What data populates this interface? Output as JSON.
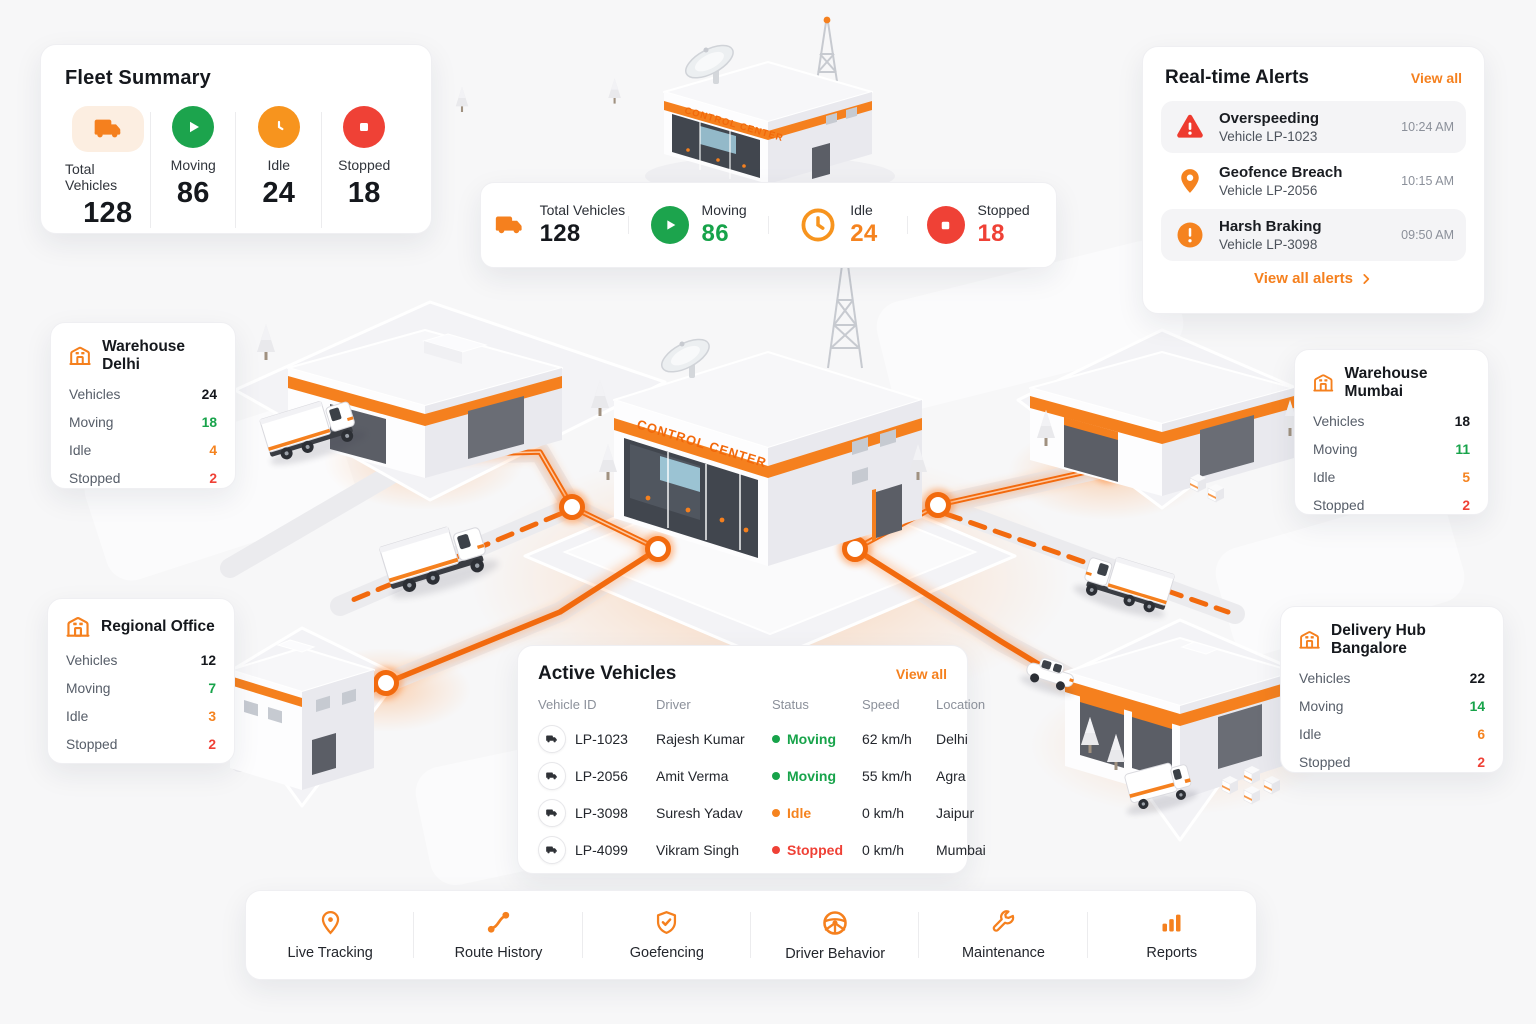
{
  "theme": {
    "accent_orange": "#F5801E",
    "route_orange": "#F26A0E",
    "green": "#17A34A",
    "idle_orange": "#F5831F",
    "red": "#EF4136"
  },
  "fleet_summary": {
    "title": "Fleet Summary",
    "stats": [
      {
        "label": "Total Vehicles",
        "value": "128",
        "icon": "truck-icon"
      },
      {
        "label": "Moving",
        "value": "86",
        "icon": "play-circle-icon"
      },
      {
        "label": "Idle",
        "value": "24",
        "icon": "clock-icon"
      },
      {
        "label": "Stopped",
        "value": "18",
        "icon": "stop-circle-icon"
      }
    ]
  },
  "status_bar": {
    "stats": [
      {
        "label": "Total Vehicles",
        "value": "128",
        "icon": "truck-icon"
      },
      {
        "label": "Moving",
        "value": "86",
        "icon": "play-circle-icon"
      },
      {
        "label": "Idle",
        "value": "24",
        "icon": "clock-outline-icon"
      },
      {
        "label": "Stopped",
        "value": "18",
        "icon": "stop-circle-icon"
      }
    ]
  },
  "alerts": {
    "title": "Real-time Alerts",
    "view_all": "View all",
    "footer_link": "View all alerts",
    "items": [
      {
        "title": "Overspeeding",
        "subtitle": "Vehicle LP-1023",
        "time": "10:24 AM",
        "icon": "warning-triangle-icon"
      },
      {
        "title": "Geofence Breach",
        "subtitle": "Vehicle LP-2056",
        "time": "10:15 AM",
        "icon": "map-pin-icon"
      },
      {
        "title": "Harsh Braking",
        "subtitle": "Vehicle LP-3098",
        "time": "09:50 AM",
        "icon": "alert-circle-icon"
      }
    ]
  },
  "locations": [
    {
      "name": "Warehouse Delhi",
      "rows": [
        {
          "label": "Vehicles",
          "value": "24"
        },
        {
          "label": "Moving",
          "value": "18"
        },
        {
          "label": "Idle",
          "value": "4"
        },
        {
          "label": "Stopped",
          "value": "2"
        }
      ]
    },
    {
      "name": "Warehouse Mumbai",
      "rows": [
        {
          "label": "Vehicles",
          "value": "18"
        },
        {
          "label": "Moving",
          "value": "11"
        },
        {
          "label": "Idle",
          "value": "5"
        },
        {
          "label": "Stopped",
          "value": "2"
        }
      ]
    },
    {
      "name": "Regional Office",
      "rows": [
        {
          "label": "Vehicles",
          "value": "12"
        },
        {
          "label": "Moving",
          "value": "7"
        },
        {
          "label": "Idle",
          "value": "3"
        },
        {
          "label": "Stopped",
          "value": "2"
        }
      ]
    },
    {
      "name": "Delivery Hub Bangalore",
      "rows": [
        {
          "label": "Vehicles",
          "value": "22"
        },
        {
          "label": "Moving",
          "value": "14"
        },
        {
          "label": "Idle",
          "value": "6"
        },
        {
          "label": "Stopped",
          "value": "2"
        }
      ]
    }
  ],
  "active_vehicles": {
    "title": "Active Vehicles",
    "view_all": "View all",
    "columns": [
      "Vehicle ID",
      "Driver",
      "Status",
      "Speed",
      "Location"
    ],
    "rows": [
      {
        "id": "LP-1023",
        "driver": "Rajesh Kumar",
        "status": "Moving",
        "speed": "62 km/h",
        "location": "Delhi"
      },
      {
        "id": "LP-2056",
        "driver": "Amit Verma",
        "status": "Moving",
        "speed": "55 km/h",
        "location": "Agra"
      },
      {
        "id": "LP-3098",
        "driver": "Suresh Yadav",
        "status": "Idle",
        "speed": "0 km/h",
        "location": "Jaipur"
      },
      {
        "id": "LP-4099",
        "driver": "Vikram Singh",
        "status": "Stopped",
        "speed": "0 km/h",
        "location": "Mumbai"
      }
    ]
  },
  "nav": {
    "items": [
      {
        "label": "Live Tracking",
        "icon": "map-pin-icon"
      },
      {
        "label": "Route History",
        "icon": "route-icon"
      },
      {
        "label": "Goefencing",
        "icon": "shield-check-icon"
      },
      {
        "label": "Driver Behavior",
        "icon": "steering-wheel-icon"
      },
      {
        "label": "Maintenance",
        "icon": "wrench-icon"
      },
      {
        "label": "Reports",
        "icon": "bar-chart-icon"
      }
    ]
  },
  "scene": {
    "control_center_label": "CONTROL CENTER"
  }
}
